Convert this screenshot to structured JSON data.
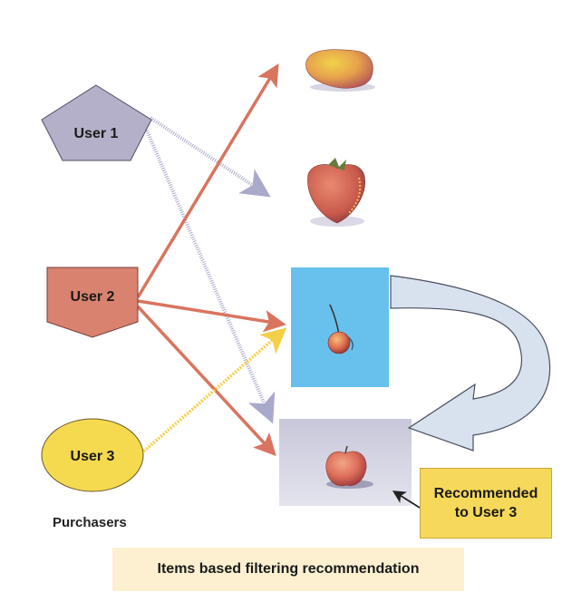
{
  "users": [
    {
      "label": "User 1",
      "color": "#b4b0c9"
    },
    {
      "label": "User 2",
      "color": "#d9826f"
    },
    {
      "label": "User 3",
      "color": "#f5d94f"
    }
  ],
  "items": [
    {
      "name": "mango",
      "background": "#ffffff"
    },
    {
      "name": "strawberry",
      "background": "#ffffff"
    },
    {
      "name": "cherry",
      "background": "#67c1ec"
    },
    {
      "name": "apple",
      "background": "#c9c9dc"
    }
  ],
  "purchasers_label": "Purchasers",
  "recommendation": {
    "line1": "Recommended",
    "line2": "to User 3"
  },
  "caption": "Items based filtering recommendation",
  "colors": {
    "user1_arrow": "#a9a9cc",
    "user2_arrow": "#d9745f",
    "user3_arrow": "#f6cf48",
    "curved_arrow": "#d7e2ee"
  }
}
